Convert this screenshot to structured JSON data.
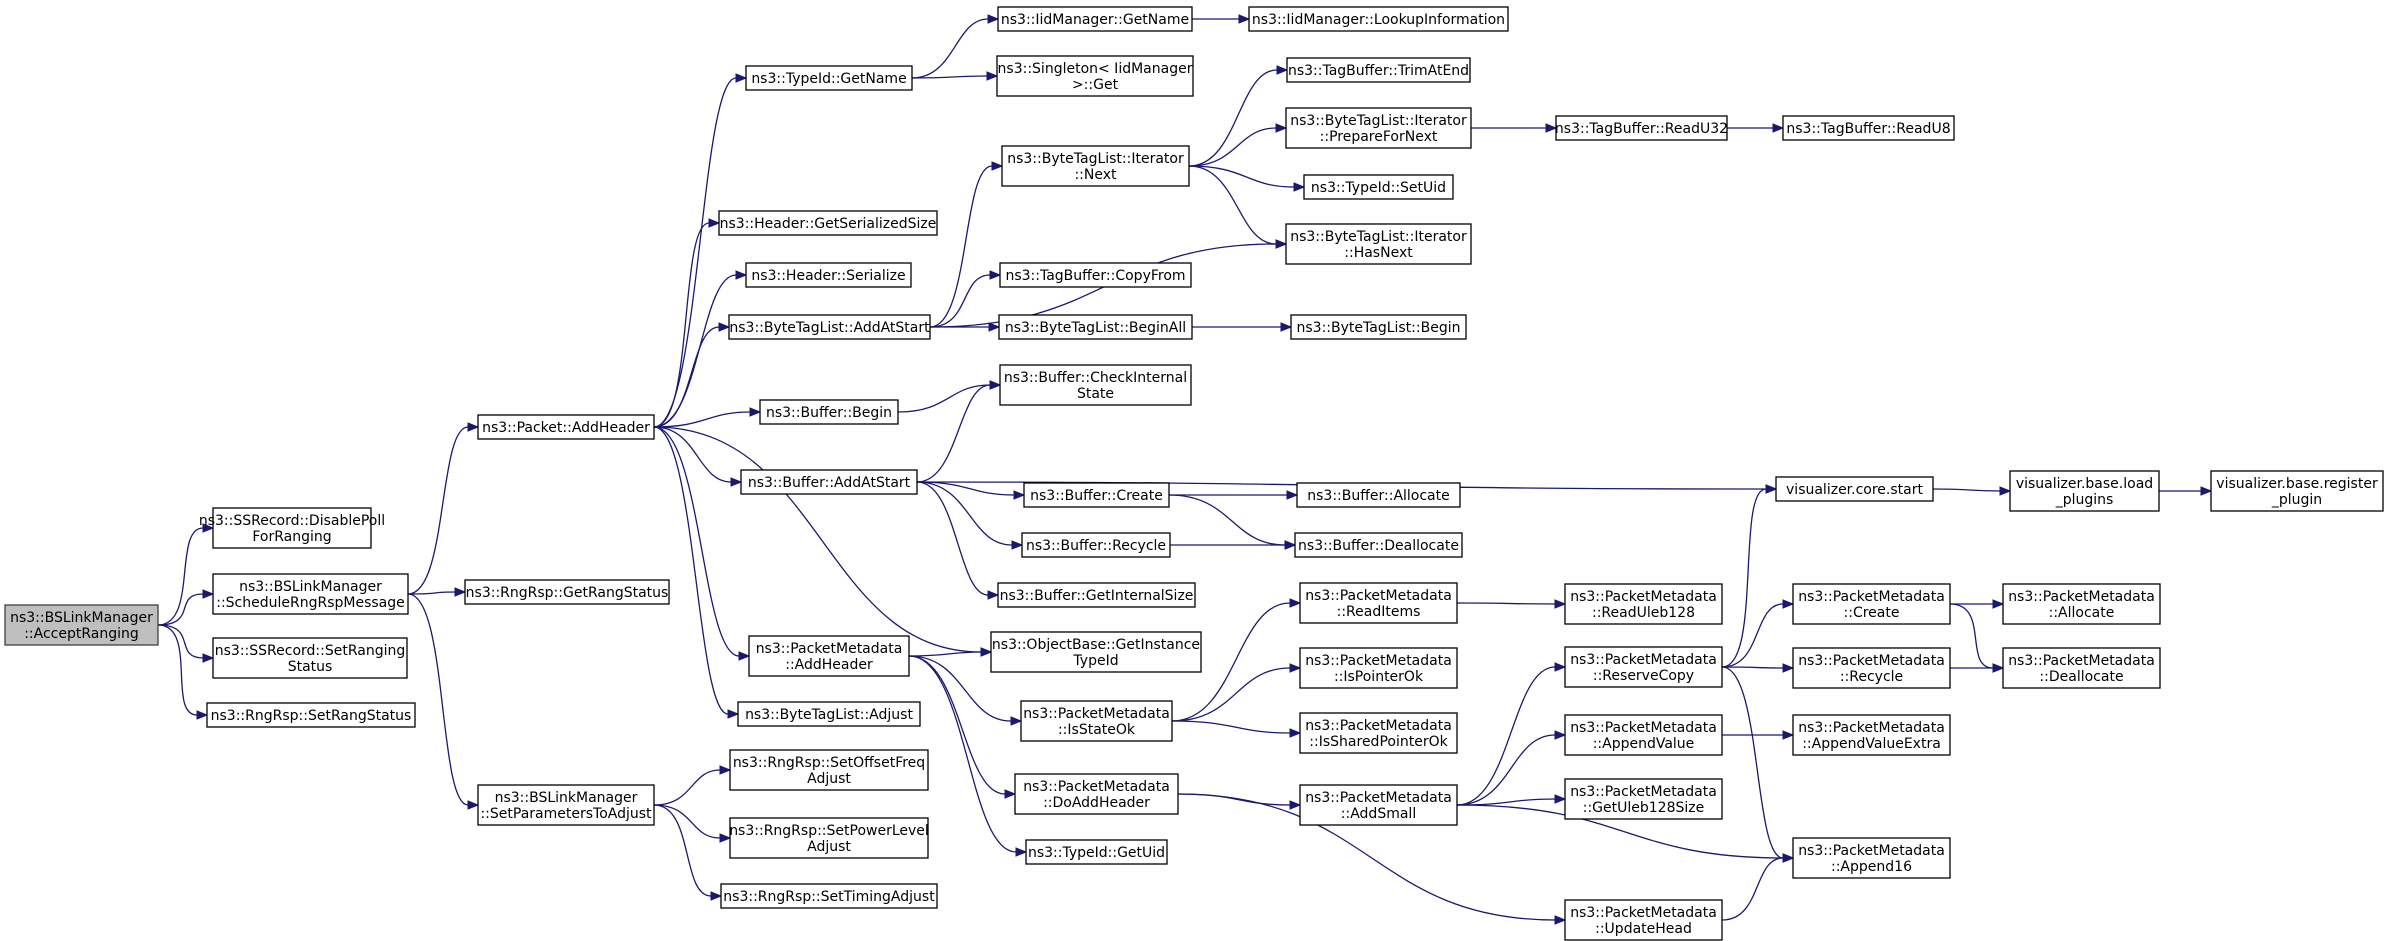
{
  "graph": {
    "nodes": [
      {
        "id": "n0",
        "lines": [
          "ns3::BSLinkManager",
          "::AcceptRanging"
        ],
        "root": true
      },
      {
        "id": "n1",
        "lines": [
          "ns3::SSRecord::DisablePoll",
          "ForRanging"
        ]
      },
      {
        "id": "n2",
        "lines": [
          "ns3::BSLinkManager",
          "::ScheduleRngRspMessage"
        ]
      },
      {
        "id": "n3",
        "lines": [
          "ns3::SSRecord::SetRanging",
          "Status"
        ]
      },
      {
        "id": "n4",
        "lines": [
          "ns3::RngRsp::SetRangStatus"
        ]
      },
      {
        "id": "n5",
        "lines": [
          "ns3::Packet::AddHeader"
        ]
      },
      {
        "id": "n6",
        "lines": [
          "ns3::RngRsp::GetRangStatus"
        ]
      },
      {
        "id": "n7",
        "lines": [
          "ns3::BSLinkManager",
          "::SetParametersToAdjust"
        ]
      },
      {
        "id": "n8",
        "lines": [
          "ns3::TypeId::GetName"
        ]
      },
      {
        "id": "n9",
        "lines": [
          "ns3::Header::GetSerializedSize"
        ]
      },
      {
        "id": "n10",
        "lines": [
          "ns3::Header::Serialize"
        ]
      },
      {
        "id": "n11",
        "lines": [
          "ns3::ByteTagList::AddAtStart"
        ]
      },
      {
        "id": "n12",
        "lines": [
          "ns3::Buffer::Begin"
        ]
      },
      {
        "id": "n13",
        "lines": [
          "ns3::Buffer::AddAtStart"
        ]
      },
      {
        "id": "n14",
        "lines": [
          "ns3::PacketMetadata",
          "::AddHeader"
        ]
      },
      {
        "id": "n15",
        "lines": [
          "ns3::ByteTagList::Adjust"
        ]
      },
      {
        "id": "n16",
        "lines": [
          "ns3::RngRsp::SetOffsetFreq",
          "Adjust"
        ]
      },
      {
        "id": "n17",
        "lines": [
          "ns3::RngRsp::SetPowerLevel",
          "Adjust"
        ]
      },
      {
        "id": "n18",
        "lines": [
          "ns3::RngRsp::SetTimingAdjust"
        ]
      },
      {
        "id": "n19",
        "lines": [
          "ns3::IidManager::GetName"
        ]
      },
      {
        "id": "n20",
        "lines": [
          "ns3::Singleton< IidManager",
          ">::Get"
        ]
      },
      {
        "id": "n21",
        "lines": [
          "ns3::ByteTagList::Iterator",
          "::Next"
        ]
      },
      {
        "id": "n22",
        "lines": [
          "ns3::TagBuffer::CopyFrom"
        ]
      },
      {
        "id": "n23",
        "lines": [
          "ns3::ByteTagList::BeginAll"
        ]
      },
      {
        "id": "n24",
        "lines": [
          "ns3::Buffer::CheckInternal",
          "State"
        ]
      },
      {
        "id": "n25",
        "lines": [
          "ns3::Buffer::Create"
        ]
      },
      {
        "id": "n26",
        "lines": [
          "ns3::Buffer::Recycle"
        ]
      },
      {
        "id": "n27",
        "lines": [
          "ns3::Buffer::GetInternalSize"
        ]
      },
      {
        "id": "n28",
        "lines": [
          "ns3::ObjectBase::GetInstance",
          "TypeId"
        ]
      },
      {
        "id": "n29",
        "lines": [
          "ns3::PacketMetadata",
          "::IsStateOk"
        ]
      },
      {
        "id": "n30",
        "lines": [
          "ns3::PacketMetadata",
          "::DoAddHeader"
        ]
      },
      {
        "id": "n31",
        "lines": [
          "ns3::TypeId::GetUid"
        ]
      },
      {
        "id": "n32",
        "lines": [
          "ns3::IidManager::LookupInformation"
        ]
      },
      {
        "id": "n33",
        "lines": [
          "ns3::TagBuffer::TrimAtEnd"
        ]
      },
      {
        "id": "n34",
        "lines": [
          "ns3::ByteTagList::Iterator",
          "::PrepareForNext"
        ]
      },
      {
        "id": "n35",
        "lines": [
          "ns3::TypeId::SetUid"
        ]
      },
      {
        "id": "n36",
        "lines": [
          "ns3::ByteTagList::Iterator",
          "::HasNext"
        ]
      },
      {
        "id": "n37",
        "lines": [
          "ns3::ByteTagList::Begin"
        ]
      },
      {
        "id": "n38",
        "lines": [
          "ns3::Buffer::Allocate"
        ]
      },
      {
        "id": "n39",
        "lines": [
          "ns3::Buffer::Deallocate"
        ]
      },
      {
        "id": "n40",
        "lines": [
          "ns3::PacketMetadata",
          "::ReadItems"
        ]
      },
      {
        "id": "n41",
        "lines": [
          "ns3::PacketMetadata",
          "::IsPointerOk"
        ]
      },
      {
        "id": "n42",
        "lines": [
          "ns3::PacketMetadata",
          "::IsSharedPointerOk"
        ]
      },
      {
        "id": "n43",
        "lines": [
          "ns3::PacketMetadata",
          "::AddSmall"
        ]
      },
      {
        "id": "n44",
        "lines": [
          "ns3::TagBuffer::ReadU32"
        ]
      },
      {
        "id": "n45",
        "lines": [
          "visualizer.core.start"
        ]
      },
      {
        "id": "n46",
        "lines": [
          "ns3::PacketMetadata",
          "::ReadUleb128"
        ]
      },
      {
        "id": "n47",
        "lines": [
          "ns3::PacketMetadata",
          "::ReserveCopy"
        ]
      },
      {
        "id": "n48",
        "lines": [
          "ns3::PacketMetadata",
          "::AppendValue"
        ]
      },
      {
        "id": "n49",
        "lines": [
          "ns3::PacketMetadata",
          "::GetUleb128Size"
        ]
      },
      {
        "id": "n50",
        "lines": [
          "ns3::PacketMetadata",
          "::UpdateHead"
        ]
      },
      {
        "id": "n51",
        "lines": [
          "ns3::TagBuffer::ReadU8"
        ]
      },
      {
        "id": "n52",
        "lines": [
          "visualizer.base.load",
          "_plugins"
        ]
      },
      {
        "id": "n53",
        "lines": [
          "ns3::PacketMetadata",
          "::Create"
        ]
      },
      {
        "id": "n54",
        "lines": [
          "ns3::PacketMetadata",
          "::Recycle"
        ]
      },
      {
        "id": "n55",
        "lines": [
          "ns3::PacketMetadata",
          "::AppendValueExtra"
        ]
      },
      {
        "id": "n56",
        "lines": [
          "ns3::PacketMetadata",
          "::Append16"
        ]
      },
      {
        "id": "n57",
        "lines": [
          "visualizer.base.register",
          "_plugin"
        ]
      },
      {
        "id": "n58",
        "lines": [
          "ns3::PacketMetadata",
          "::Allocate"
        ]
      },
      {
        "id": "n59",
        "lines": [
          "ns3::PacketMetadata",
          "::Deallocate"
        ]
      }
    ],
    "edges": [
      [
        "n0",
        "n1"
      ],
      [
        "n0",
        "n2"
      ],
      [
        "n0",
        "n3"
      ],
      [
        "n0",
        "n4"
      ],
      [
        "n2",
        "n5"
      ],
      [
        "n2",
        "n6"
      ],
      [
        "n2",
        "n7"
      ],
      [
        "n5",
        "n8"
      ],
      [
        "n5",
        "n9"
      ],
      [
        "n5",
        "n10"
      ],
      [
        "n5",
        "n11"
      ],
      [
        "n5",
        "n12"
      ],
      [
        "n5",
        "n13"
      ],
      [
        "n5",
        "n14"
      ],
      [
        "n5",
        "n15"
      ],
      [
        "n5",
        "n28"
      ],
      [
        "n7",
        "n16"
      ],
      [
        "n7",
        "n17"
      ],
      [
        "n7",
        "n18"
      ],
      [
        "n8",
        "n19"
      ],
      [
        "n8",
        "n20"
      ],
      [
        "n19",
        "n32"
      ],
      [
        "n11",
        "n21"
      ],
      [
        "n11",
        "n22"
      ],
      [
        "n11",
        "n23"
      ],
      [
        "n11",
        "n36"
      ],
      [
        "n21",
        "n33"
      ],
      [
        "n21",
        "n34"
      ],
      [
        "n21",
        "n35"
      ],
      [
        "n21",
        "n36"
      ],
      [
        "n34",
        "n44"
      ],
      [
        "n44",
        "n51"
      ],
      [
        "n23",
        "n37"
      ],
      [
        "n12",
        "n24"
      ],
      [
        "n13",
        "n24"
      ],
      [
        "n13",
        "n25"
      ],
      [
        "n13",
        "n26"
      ],
      [
        "n13",
        "n27"
      ],
      [
        "n13",
        "n45"
      ],
      [
        "n25",
        "n38"
      ],
      [
        "n25",
        "n39"
      ],
      [
        "n26",
        "n39"
      ],
      [
        "n45",
        "n52"
      ],
      [
        "n52",
        "n57"
      ],
      [
        "n14",
        "n28"
      ],
      [
        "n14",
        "n29"
      ],
      [
        "n14",
        "n30"
      ],
      [
        "n14",
        "n31"
      ],
      [
        "n29",
        "n40"
      ],
      [
        "n29",
        "n41"
      ],
      [
        "n29",
        "n42"
      ],
      [
        "n40",
        "n46"
      ],
      [
        "n30",
        "n43"
      ],
      [
        "n30",
        "n50"
      ],
      [
        "n43",
        "n47"
      ],
      [
        "n43",
        "n48"
      ],
      [
        "n43",
        "n49"
      ],
      [
        "n43",
        "n56"
      ],
      [
        "n47",
        "n45"
      ],
      [
        "n47",
        "n53"
      ],
      [
        "n47",
        "n54"
      ],
      [
        "n47",
        "n56"
      ],
      [
        "n53",
        "n58"
      ],
      [
        "n53",
        "n59"
      ],
      [
        "n54",
        "n59"
      ],
      [
        "n48",
        "n55"
      ],
      [
        "n50",
        "n56"
      ]
    ]
  }
}
